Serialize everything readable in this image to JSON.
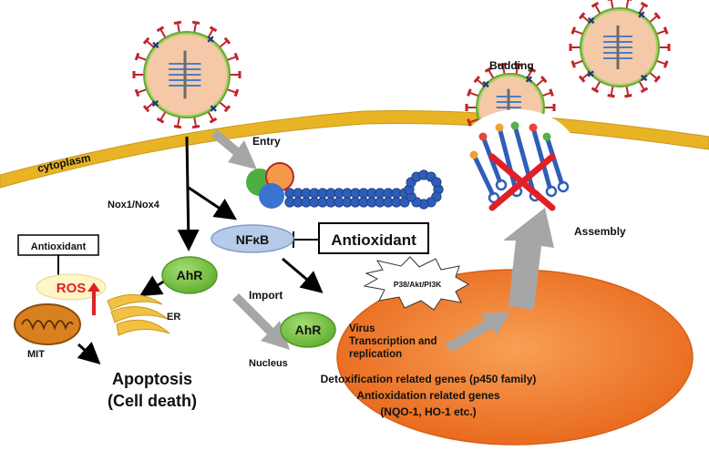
{
  "labels": {
    "cytoplasm": "cytoplasm",
    "entry": "Entry",
    "budding": "Budding",
    "assembly": "Assembly",
    "nox": "Nox1/Nox4",
    "nfkb": "NFκB",
    "antioxidant_big": "Antioxidant",
    "antioxidant_small": "Antioxidant",
    "ahr": "AhR",
    "ahr_nucleus": "AhR",
    "ros": "ROS",
    "er": "ER",
    "mit": "MIT",
    "import": "Import",
    "pathway": "P38/Akt/PI3K",
    "nucleus": "Nucleus",
    "virus_line1": "Virus",
    "virus_line2": "Transcription and",
    "virus_line3": "replication",
    "genes_line1": "Detoxification related genes (p450 family)",
    "genes_line2": "Antioxidation related genes",
    "genes_line3": "(NQO-1, HO-1 etc.)",
    "apoptosis_line1": "Apoptosis",
    "apoptosis_line2": "(Cell death)"
  },
  "colors": {
    "membrane": "#e8b425",
    "nucleus": "#f07a22",
    "ahr": "#7cc845",
    "nfkb": "#b5cbe8",
    "spike": "#c0242b",
    "capsid": "#f5c9a8",
    "protein_blue": "#2f5eb8",
    "gray_arrow": "#a6a6a6",
    "cross": "#e01f26",
    "mito": "#d9811f",
    "er": "#f2c043",
    "ros_text": "#e01f26"
  }
}
